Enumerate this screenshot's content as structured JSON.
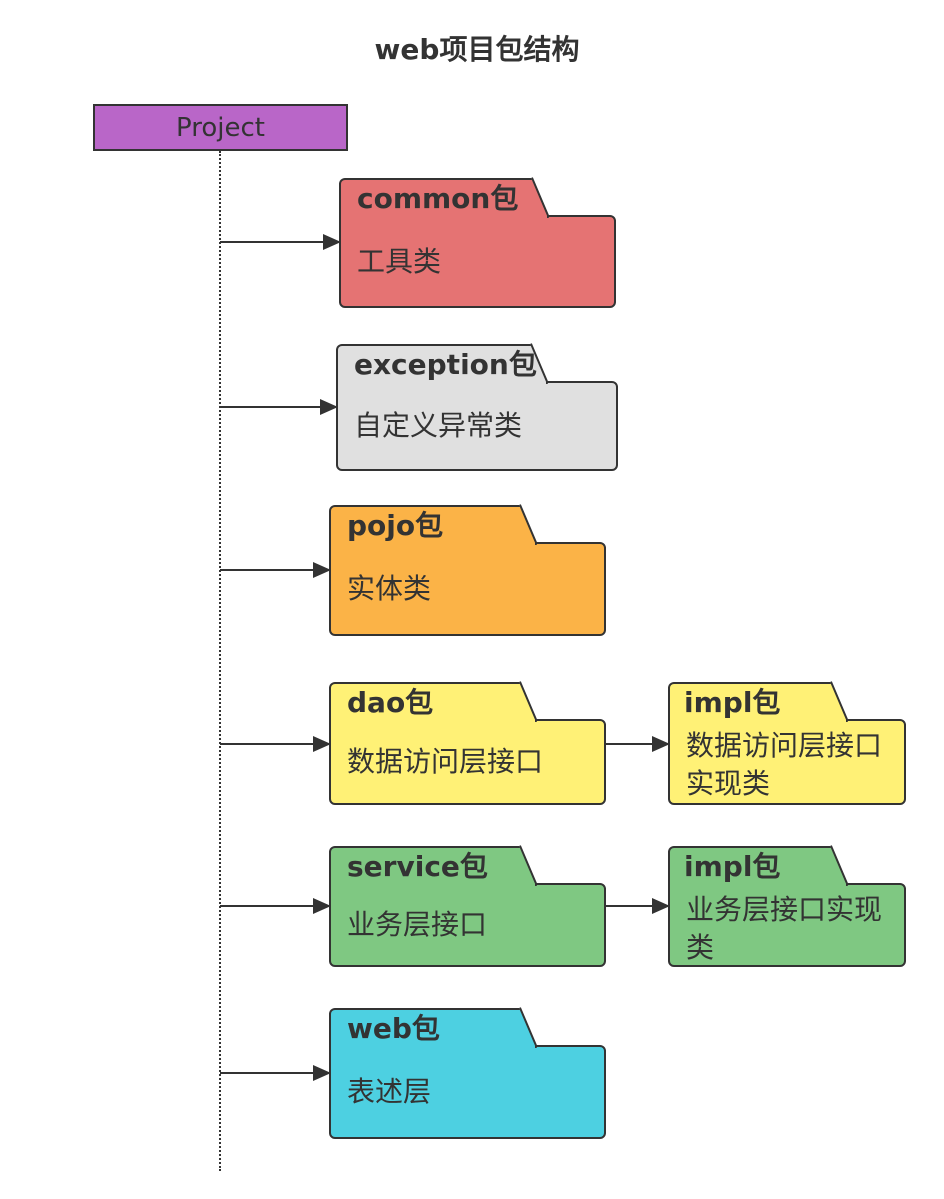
{
  "title": "web项目包结构",
  "root": {
    "label": "Project"
  },
  "packages": [
    {
      "name": "common包",
      "desc": "工具类",
      "color": "#e57373"
    },
    {
      "name": "exception包",
      "desc": "自定义异常类",
      "color": "#e0e0e0"
    },
    {
      "name": "pojo包",
      "desc": "实体类",
      "color": "#fbb347"
    },
    {
      "name": "dao包",
      "desc": "数据访问层接口",
      "color": "#fff176",
      "child": {
        "name": "impl包",
        "desc": "数据访问层接口实现类",
        "color": "#fff176"
      }
    },
    {
      "name": "service包",
      "desc": "业务层接口",
      "color": "#7fc882",
      "child": {
        "name": "impl包",
        "desc": "业务层接口实现类",
        "color": "#7fc882"
      }
    },
    {
      "name": "web包",
      "desc": "表述层",
      "color": "#4dd0e1"
    }
  ],
  "colors": {
    "root_fill": "#b966c8",
    "stroke": "#333333"
  }
}
